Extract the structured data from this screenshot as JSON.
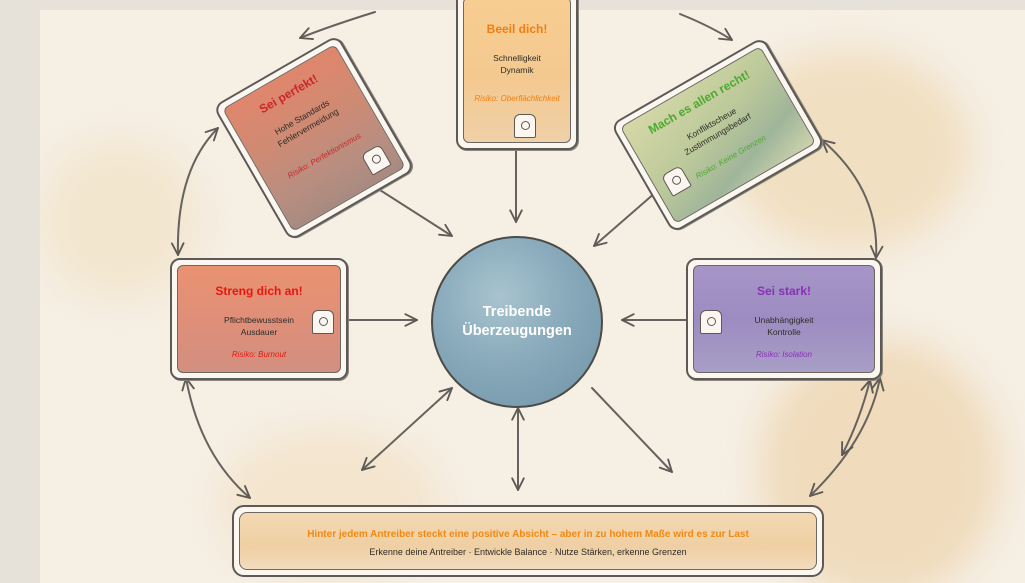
{
  "center": {
    "line1": "Treibende",
    "line2": "Überzeugungen"
  },
  "drivers": [
    {
      "id": "sei-perfekt",
      "title": "Sei perfekt!",
      "lines": [
        "Hohe Standards",
        "Fehlervermeidung"
      ],
      "risk": "Risiko: Perfektionismus",
      "title_color": "#c8282a",
      "risk_color": "#c8282a"
    },
    {
      "id": "beeil-dich",
      "title": "Beeil dich!",
      "lines": [
        "Schnelligkeit",
        "Dynamik"
      ],
      "risk": "Risiko: Oberflächlichkeit",
      "title_color": "#f07f12",
      "risk_color": "#f07f12"
    },
    {
      "id": "mach-es-allen-recht",
      "title": "Mach es allen recht!",
      "lines": [
        "Konfliktscheue",
        "Zustimmungsbedarf"
      ],
      "risk": "Risiko: Keine Grenzen",
      "title_color": "#4caa2e",
      "risk_color": "#4caa2e"
    },
    {
      "id": "streng-dich-an",
      "title": "Streng dich an!",
      "lines": [
        "Pflichtbewusstsein",
        "Ausdauer"
      ],
      "risk": "Risiko: Burnout",
      "title_color": "#e8180f",
      "risk_color": "#e8180f"
    },
    {
      "id": "sei-stark",
      "title": "Sei stark!",
      "lines": [
        "Unabhängigkeit",
        "Kontrolle"
      ],
      "risk": "Risiko: Isolation",
      "title_color": "#8a2fb8",
      "risk_color": "#8a2fb8"
    }
  ],
  "banner": {
    "main": "Hinter jedem Antreiber steckt eine positive Absicht – aber in zu hohem Maße wird es zur Last",
    "sub": "Erkenne deine Antreiber · Entwickle Balance · Nutze Stärken, erkenne Grenzen"
  }
}
